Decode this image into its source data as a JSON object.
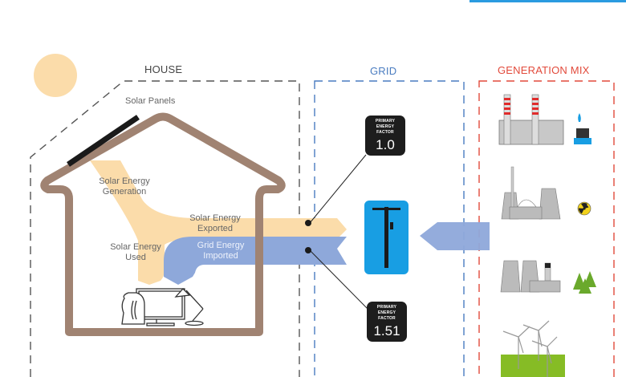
{
  "title": "Primary energy factors: house, grid and generation mix",
  "sections": {
    "house": {
      "title": "HOUSE",
      "color": "#444444"
    },
    "grid": {
      "title": "GRID",
      "color": "#4a7cc0"
    },
    "generation_mix": {
      "title": "GENERATION MIX",
      "color": "#e24a3b"
    }
  },
  "labels": {
    "solar_panels": "Solar Panels",
    "solar_generation": [
      "Solar Energy",
      "Generation"
    ],
    "solar_exported": [
      "Solar Energy",
      "Exported"
    ],
    "solar_used": [
      "Solar Energy",
      "Used"
    ],
    "grid_imported": [
      "Grid Energy",
      "Imported"
    ]
  },
  "primary_energy_factors": [
    {
      "caption": [
        "PRIMARY",
        "ENERGY",
        "FACTOR"
      ],
      "value": "1.0",
      "applies_to": "Solar Energy Exported"
    },
    {
      "caption": [
        "PRIMARY",
        "ENERGY",
        "FACTOR"
      ],
      "value": "1.51",
      "applies_to": "Grid Energy Imported"
    }
  ],
  "generation_sources": [
    {
      "name": "gas-power-station",
      "badge": "gas-rig-icon"
    },
    {
      "name": "nuclear-power-station",
      "badge": "radiation-icon"
    },
    {
      "name": "biomass-power-station",
      "badge": "trees-icon"
    },
    {
      "name": "wind-farm",
      "badge": null
    }
  ],
  "colors": {
    "solar_flow": "#fbdcaa",
    "grid_flow": "#8ea8da",
    "house_wall": "#a08372",
    "sun": "#fbdcaa",
    "grid_pole_bg": "#189ee3",
    "pef_box": "#1d1d1d",
    "grass": "#86bc25"
  }
}
